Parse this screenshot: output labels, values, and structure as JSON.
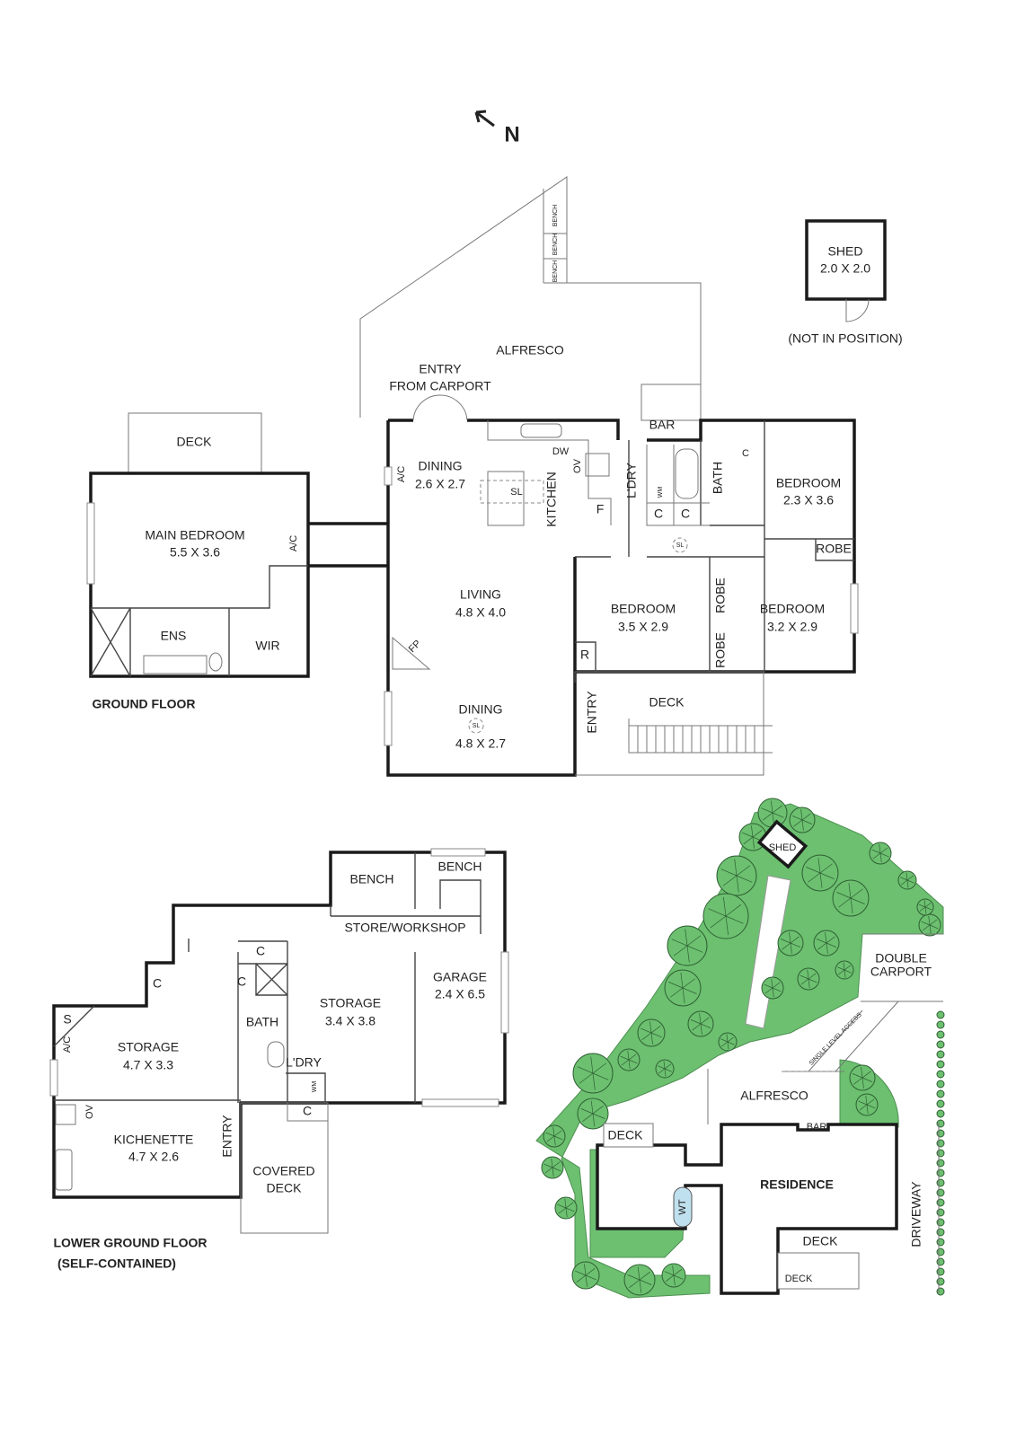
{
  "compass": {
    "label": "N",
    "icon": "north-arrow-icon"
  },
  "colors": {
    "wall": "#1a1a1a",
    "landscape": "#6cc070",
    "water_tank": "#bfe0ee"
  },
  "ground_floor": {
    "title": "GROUND FLOOR",
    "deck_main": "DECK",
    "main_bedroom": {
      "name": "MAIN BEDROOM",
      "dims": "5.5 X 3.6"
    },
    "ac_main": "A/C",
    "ens": "ENS",
    "wir": "WIR",
    "entry_carport": {
      "line1": "ENTRY",
      "line2": "FROM CARPORT"
    },
    "alfresco": "ALFRESCO",
    "bench": [
      "BENCH",
      "BENCH",
      "BENCH"
    ],
    "bar": "BAR",
    "dining1": {
      "name": "DINING",
      "dims": "2.6 X 2.7"
    },
    "ac_dining": "A/C",
    "sl_kitchen": "SL",
    "kitchen": "KITCHEN",
    "dw": "DW",
    "ov": "OV",
    "f": "F",
    "ldry": "L'DRY",
    "wm": "WM",
    "c1": "C",
    "c2": "C",
    "bath": "BATH",
    "c3": "C",
    "bedroom1": {
      "name": "BEDROOM",
      "dims": "2.3 X 3.6"
    },
    "robe1": "ROBE",
    "sl_hall": "SL",
    "living": {
      "name": "LIVING",
      "dims": "4.8 X 4.0"
    },
    "fp": "FP",
    "bedroom2": {
      "name": "BEDROOM",
      "dims": "3.5 X 2.9"
    },
    "robe2": "ROBE",
    "robe3": "ROBE",
    "bedroom3": {
      "name": "BEDROOM",
      "dims": "3.2 X 2.9"
    },
    "r": "R",
    "dining2": {
      "name": "DINING",
      "sl": "SL",
      "dims": "4.8 X 2.7"
    },
    "entry": "ENTRY",
    "deck_front": "DECK",
    "shed": {
      "name": "SHED",
      "dims": "2.0 X 2.0",
      "note": "(NOT IN POSITION)"
    }
  },
  "lower_ground_floor": {
    "title": "LOWER GROUND FLOOR",
    "subtitle": "(SELF-CONTAINED)",
    "bench1": "BENCH",
    "bench2": "BENCH",
    "store_workshop": "STORE/WORKSHOP",
    "garage": {
      "name": "GARAGE",
      "dims": "2.4 X 6.5"
    },
    "storage1": {
      "name": "STORAGE",
      "dims": "3.4 X 3.8"
    },
    "c_a": "C",
    "c_b": "C",
    "c_c": "C",
    "c_d": "C",
    "bath": "BATH",
    "s": "S",
    "ac": "A/C",
    "storage2": {
      "name": "STORAGE",
      "dims": "4.7 X 3.3"
    },
    "ldry": "L'DRY",
    "wm": "WM",
    "ov": "OV",
    "kitchenette": {
      "name": "KICHENETTE",
      "dims": "4.7 X 2.6"
    },
    "entry": "ENTRY",
    "covered_deck": {
      "line1": "COVERED",
      "line2": "DECK"
    }
  },
  "site_plan": {
    "shed": "SHED",
    "double_carport": {
      "line1": "DOUBLE",
      "line2": "CARPORT"
    },
    "single_level_access": "SINGLE LEVEL ACCESS",
    "alfresco": "ALFRESCO",
    "bar": "BAR",
    "deck_west": "DECK",
    "residence": "RESIDENCE",
    "wt": "WT",
    "deck_south": "DECK",
    "deck_steps": "DECK",
    "driveway": "DRIVEWAY"
  }
}
